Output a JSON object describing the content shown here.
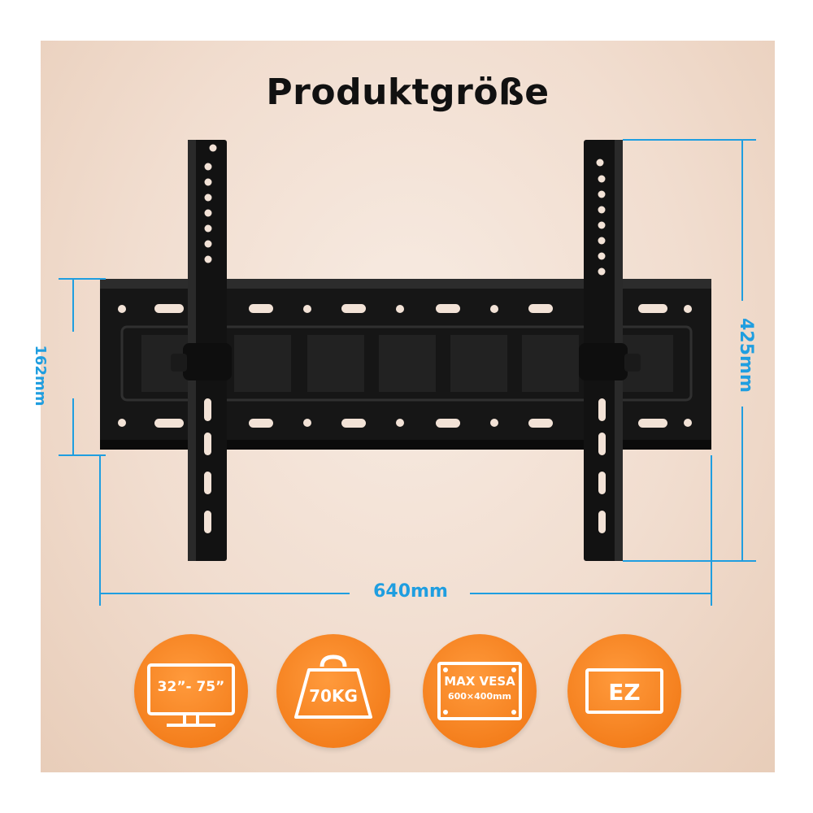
{
  "title": "Produktgröße",
  "dimensions": {
    "width_label": "640mm",
    "height_label": "425mm",
    "plate_height_label": "162mm"
  },
  "badges": {
    "tv_size_label": "32”- 75”",
    "weight_label": "70KG",
    "vesa_title": "MAX VESA",
    "vesa_value": "600×400mm",
    "install_label": "EZ"
  },
  "colors": {
    "accent_blue": "#1f9ee0",
    "badge_orange": "#f47f1d",
    "bracket_black": "#141414"
  }
}
